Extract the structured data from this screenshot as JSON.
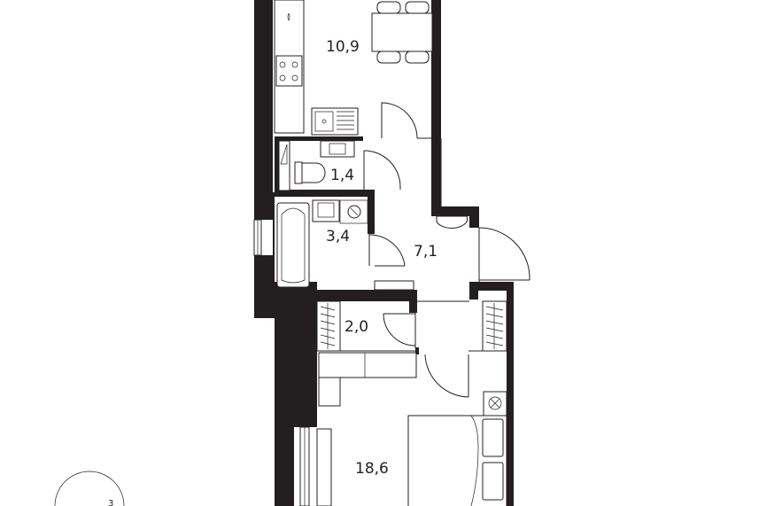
{
  "rooms": [
    {
      "id": "kitchen",
      "area": "10,9"
    },
    {
      "id": "wc",
      "area": "1,4"
    },
    {
      "id": "bathroom",
      "area": "3,4"
    },
    {
      "id": "hall",
      "area": "7,1"
    },
    {
      "id": "wardrobe",
      "area": "2,0"
    },
    {
      "id": "bedroom",
      "area": "18,6"
    }
  ],
  "compass": {
    "label": "3"
  }
}
